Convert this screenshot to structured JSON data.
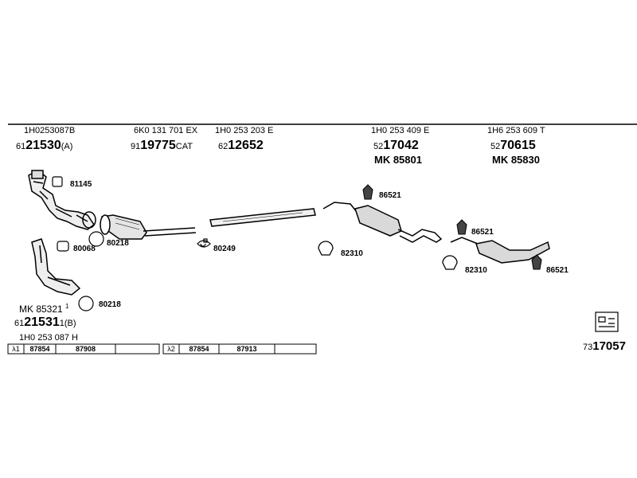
{
  "columns": [
    {
      "oe": "1H0253087B",
      "prefix": "61",
      "num": "21530",
      "suffix": "(A)"
    },
    {
      "oe": "6K0 131 701 EX",
      "prefix": "91",
      "num": "19775",
      "suffix": "CAT"
    },
    {
      "oe": "1H0 253 203 E",
      "prefix": "62",
      "num": "12652",
      "suffix": ""
    },
    {
      "oe": "1H0 253 409 E",
      "prefix": "52",
      "num": "17042",
      "suffix": "",
      "mk": "MK 85801"
    },
    {
      "oe": "1H6 253 609 T",
      "prefix": "52",
      "num": "70615",
      "suffix": "",
      "mk": "MK 85830"
    }
  ],
  "parts": {
    "p81145": "81145",
    "p80068": "80068",
    "p80218a": "80218",
    "p80249": "80249",
    "p86521a": "86521",
    "p82310a": "82310",
    "p86521b": "86521",
    "p82310b": "82310",
    "p86521c": "86521",
    "p80218b": "80218"
  },
  "alt": {
    "mk": "MK 85321",
    "mk_sup": "1",
    "prefix": "61",
    "num": "21531",
    "suffix": "1(B)",
    "oe": "1H0 253 087 H"
  },
  "table": {
    "g1_label": "λ1",
    "g1": [
      "87854",
      "87908",
      ""
    ],
    "g2_label": "λ2",
    "g2": [
      "87854",
      "87913",
      ""
    ]
  },
  "footer": {
    "prefix": "73",
    "num": "17057"
  }
}
